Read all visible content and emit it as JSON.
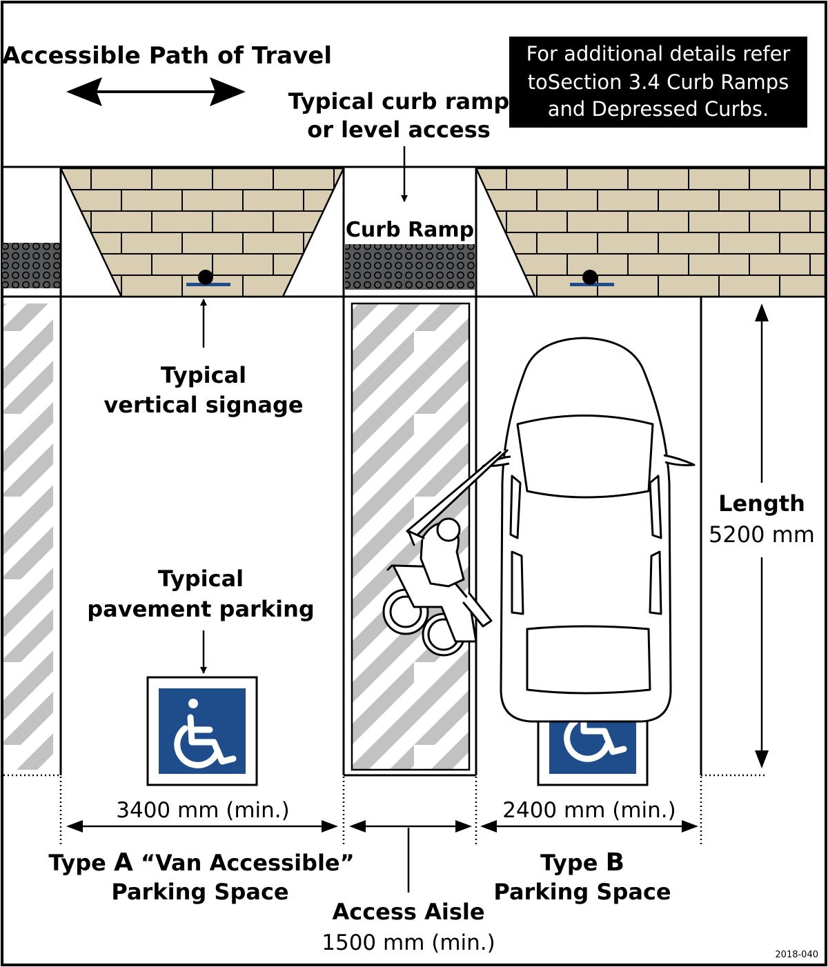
{
  "header": {
    "path_title": "Accessible Path of Travel",
    "note_line1": "For additional details refer",
    "note_line2": "toSection 3.4 Curb Ramps",
    "note_line3": "and Depressed Curbs."
  },
  "callouts": {
    "curb_ramp_line1": "Typical curb ramp",
    "curb_ramp_line2": "or level access",
    "curb_ramp_label": "Curb Ramp",
    "signage_line1": "Typical",
    "signage_line2": "vertical signage",
    "pavement_line1": "Typical",
    "pavement_line2": "pavement parking"
  },
  "dimensions": {
    "length_label": "Length",
    "length_value": "5200 mm",
    "type_a_width": "3400 mm (min.)",
    "type_b_width": "2400 mm (min.)",
    "aisle_width": "1500 mm (min.)"
  },
  "spaces": {
    "type_a_line1_prefix": "Type ",
    "type_a_letter": "A",
    "type_a_line1_suffix": " “Van Accessible”",
    "type_a_line2": "Parking Space",
    "type_b_line1_prefix": "Type ",
    "type_b_letter": "B",
    "type_b_line2": "Parking Space",
    "aisle_label": "Access Aisle"
  },
  "figure_id": "2018-040",
  "colors": {
    "brick": "#d9ceb2",
    "tactile": "#58595b",
    "hatch": "#c2c2c2",
    "sign_blue": "#1f4c8b",
    "note_bg": "#000000"
  }
}
